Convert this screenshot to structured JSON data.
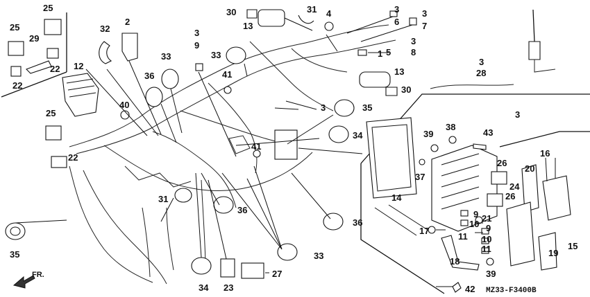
{
  "diagram": {
    "code": "MZ33-F3400B",
    "direction_label": "FR.",
    "callouts": [
      {
        "id": "c25a",
        "text": "25"
      },
      {
        "id": "c25b",
        "text": "25"
      },
      {
        "id": "c29",
        "text": "29"
      },
      {
        "id": "c22a",
        "text": "22"
      },
      {
        "id": "c22b",
        "text": "22"
      },
      {
        "id": "c12",
        "text": "12"
      },
      {
        "id": "c32",
        "text": "32"
      },
      {
        "id": "c2",
        "text": "2"
      },
      {
        "id": "c33a",
        "text": "33"
      },
      {
        "id": "c36a",
        "text": "36"
      },
      {
        "id": "c40",
        "text": "40"
      },
      {
        "id": "c25c",
        "text": "25"
      },
      {
        "id": "c22c",
        "text": "22"
      },
      {
        "id": "c35a",
        "text": "35"
      },
      {
        "id": "c30a",
        "text": "30"
      },
      {
        "id": "c13a",
        "text": "13"
      },
      {
        "id": "c31a",
        "text": "31"
      },
      {
        "id": "c4",
        "text": "4"
      },
      {
        "id": "c3a",
        "text": "3"
      },
      {
        "id": "c6",
        "text": "6"
      },
      {
        "id": "c3b",
        "text": "3"
      },
      {
        "id": "c7",
        "text": "7"
      },
      {
        "id": "c3c",
        "text": "3"
      },
      {
        "id": "c9",
        "text": "9"
      },
      {
        "id": "c33b",
        "text": "33"
      },
      {
        "id": "c41a",
        "text": "41"
      },
      {
        "id": "c1",
        "text": "1"
      },
      {
        "id": "c5",
        "text": "5"
      },
      {
        "id": "c3d",
        "text": "3"
      },
      {
        "id": "c8",
        "text": "8"
      },
      {
        "id": "c13b",
        "text": "13"
      },
      {
        "id": "c30b",
        "text": "30"
      },
      {
        "id": "c3e",
        "text": "3"
      },
      {
        "id": "c28",
        "text": "28"
      },
      {
        "id": "c3f",
        "text": "3"
      },
      {
        "id": "c35b",
        "text": "35"
      },
      {
        "id": "c34a",
        "text": "34"
      },
      {
        "id": "c41b",
        "text": "41"
      },
      {
        "id": "c31b",
        "text": "31"
      },
      {
        "id": "c36b",
        "text": "36"
      },
      {
        "id": "c36c",
        "text": "36"
      },
      {
        "id": "c33c",
        "text": "33"
      },
      {
        "id": "c34b",
        "text": "34"
      },
      {
        "id": "c23",
        "text": "23"
      },
      {
        "id": "c27",
        "text": "27"
      },
      {
        "id": "c3g",
        "text": "3"
      },
      {
        "id": "c39a",
        "text": "39"
      },
      {
        "id": "c38",
        "text": "38"
      },
      {
        "id": "c43",
        "text": "43"
      },
      {
        "id": "c37",
        "text": "37"
      },
      {
        "id": "c14",
        "text": "14"
      },
      {
        "id": "c26a",
        "text": "26"
      },
      {
        "id": "c24",
        "text": "24"
      },
      {
        "id": "c26b",
        "text": "26"
      },
      {
        "id": "c16",
        "text": "16"
      },
      {
        "id": "c20",
        "text": "20"
      },
      {
        "id": "c9b",
        "text": "9"
      },
      {
        "id": "c10a",
        "text": "10"
      },
      {
        "id": "c21",
        "text": "21"
      },
      {
        "id": "c11a",
        "text": "11"
      },
      {
        "id": "c9c",
        "text": "9"
      },
      {
        "id": "c10b",
        "text": "10"
      },
      {
        "id": "c11b",
        "text": "11"
      },
      {
        "id": "c17",
        "text": "17"
      },
      {
        "id": "c18",
        "text": "18"
      },
      {
        "id": "c39b",
        "text": "39"
      },
      {
        "id": "c19",
        "text": "19"
      },
      {
        "id": "c15",
        "text": "15"
      },
      {
        "id": "c42",
        "text": "42"
      }
    ]
  }
}
